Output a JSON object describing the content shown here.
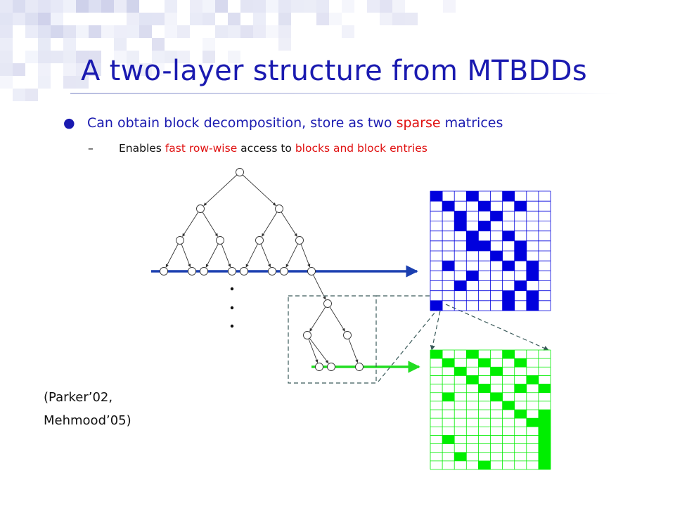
{
  "slide": {
    "title": "A two-layer structure from MTBDDs",
    "bullet": {
      "part1": "Can obtain block decomposition, store as two ",
      "highlight": "sparse",
      "part2": " matrices"
    },
    "sub_bullet": {
      "part1": "Enables ",
      "highlight1": "fast row-wise",
      "part2": " access to ",
      "highlight2": "blocks and block entries"
    },
    "citation": {
      "line1": "(Parker’02,",
      "line2": "Mehmood’05)"
    }
  },
  "colors": {
    "title": "#1a1ab0",
    "highlight": "#e01010",
    "blue_matrix": "#0000dd",
    "green_matrix": "#00ee00",
    "blue_arrow": "#1b3fb0",
    "green_arrow": "#22dd22"
  },
  "diagram": {
    "blue_matrix_size": 10,
    "blue_matrix_filled": [
      [
        0,
        0
      ],
      [
        0,
        3
      ],
      [
        0,
        6
      ],
      [
        1,
        1
      ],
      [
        1,
        4
      ],
      [
        1,
        7
      ],
      [
        2,
        2
      ],
      [
        2,
        5
      ],
      [
        3,
        2
      ],
      [
        3,
        4
      ],
      [
        4,
        3
      ],
      [
        4,
        6
      ],
      [
        5,
        3
      ],
      [
        5,
        4
      ],
      [
        5,
        7
      ],
      [
        6,
        5
      ],
      [
        6,
        7
      ],
      [
        7,
        1
      ],
      [
        7,
        6
      ],
      [
        7,
        8
      ],
      [
        8,
        3
      ],
      [
        8,
        8
      ],
      [
        9,
        2
      ],
      [
        9,
        7
      ],
      [
        10,
        6
      ],
      [
        10,
        8
      ],
      [
        11,
        0
      ],
      [
        11,
        6
      ],
      [
        11,
        8
      ]
    ],
    "green_matrix_size": 14,
    "green_matrix_filled": [
      [
        0,
        0
      ],
      [
        0,
        3
      ],
      [
        0,
        6
      ],
      [
        1,
        1
      ],
      [
        1,
        4
      ],
      [
        1,
        7
      ],
      [
        2,
        2
      ],
      [
        2,
        5
      ],
      [
        3,
        3
      ],
      [
        3,
        8
      ],
      [
        4,
        4
      ],
      [
        4,
        7
      ],
      [
        4,
        9
      ],
      [
        5,
        1
      ],
      [
        5,
        5
      ],
      [
        6,
        6
      ],
      [
        7,
        7
      ],
      [
        7,
        10
      ],
      [
        8,
        8
      ],
      [
        8,
        13
      ],
      [
        9,
        9
      ],
      [
        10,
        1
      ],
      [
        10,
        10
      ],
      [
        11,
        11
      ],
      [
        12,
        2
      ],
      [
        12,
        12
      ],
      [
        13,
        4
      ],
      [
        13,
        13
      ]
    ]
  }
}
